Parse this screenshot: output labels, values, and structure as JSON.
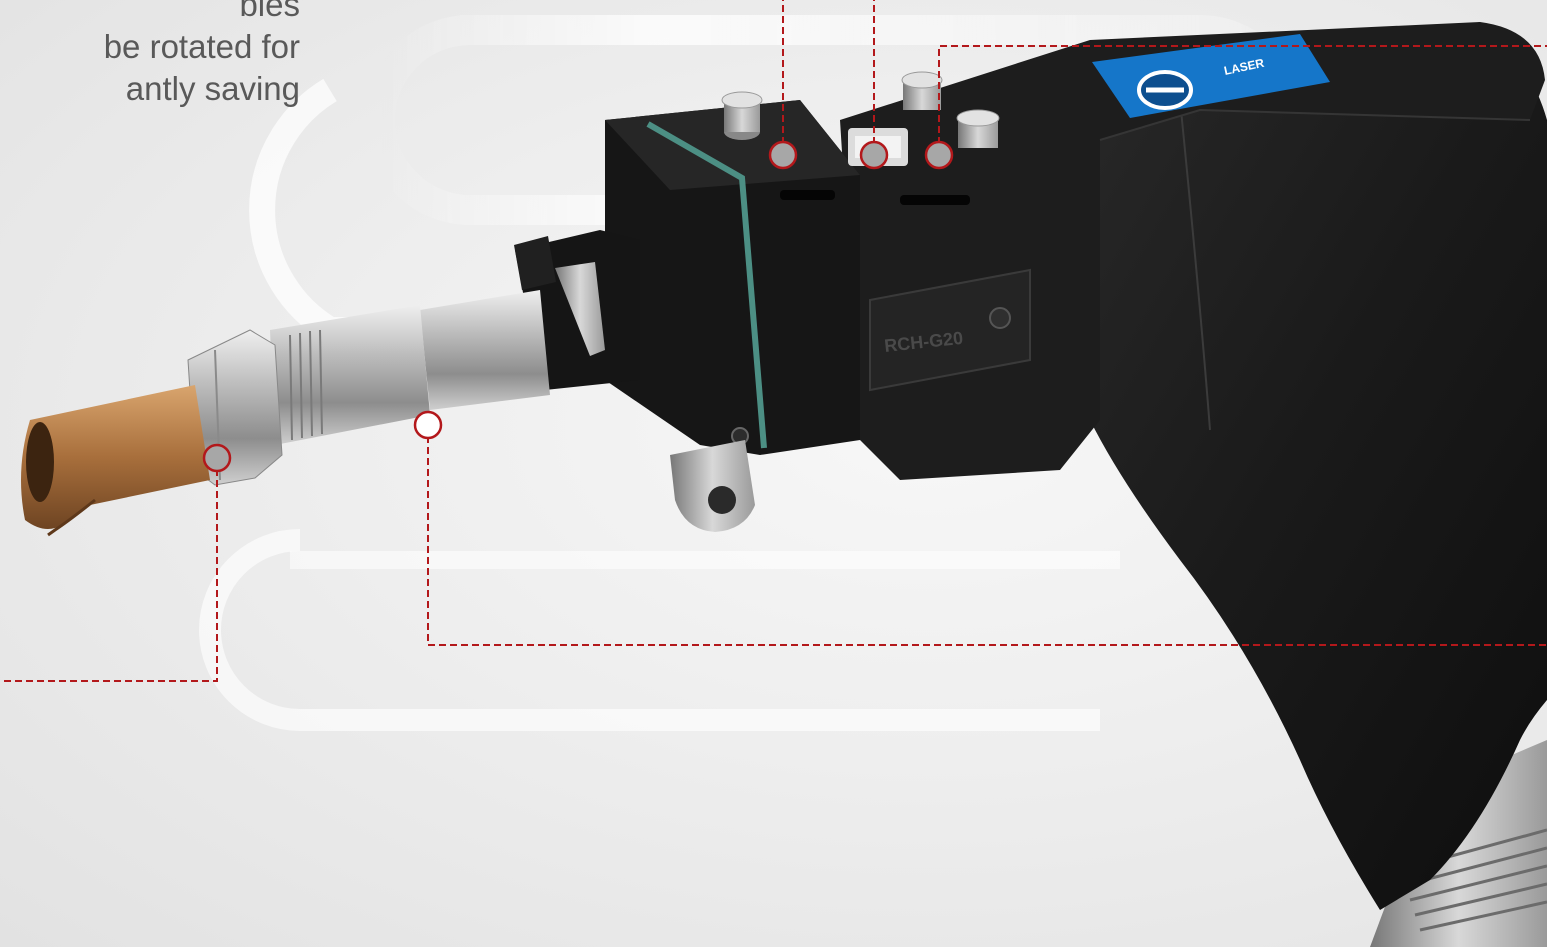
{
  "description": {
    "lines": [
      "bles",
      "be rotated for",
      "antly saving"
    ]
  },
  "colors": {
    "background": "#ececec",
    "callout_line": "#b3181b",
    "text": "#595959",
    "gun_body": "#1c1c1c",
    "copper_tip": "#b07a43",
    "steel": "#b9b9b9",
    "badge_blue": "#1576c9",
    "accent_stripe": "#4c8f84"
  },
  "product": {
    "badge_text": "LASER",
    "side_label": "RCH-G20"
  }
}
